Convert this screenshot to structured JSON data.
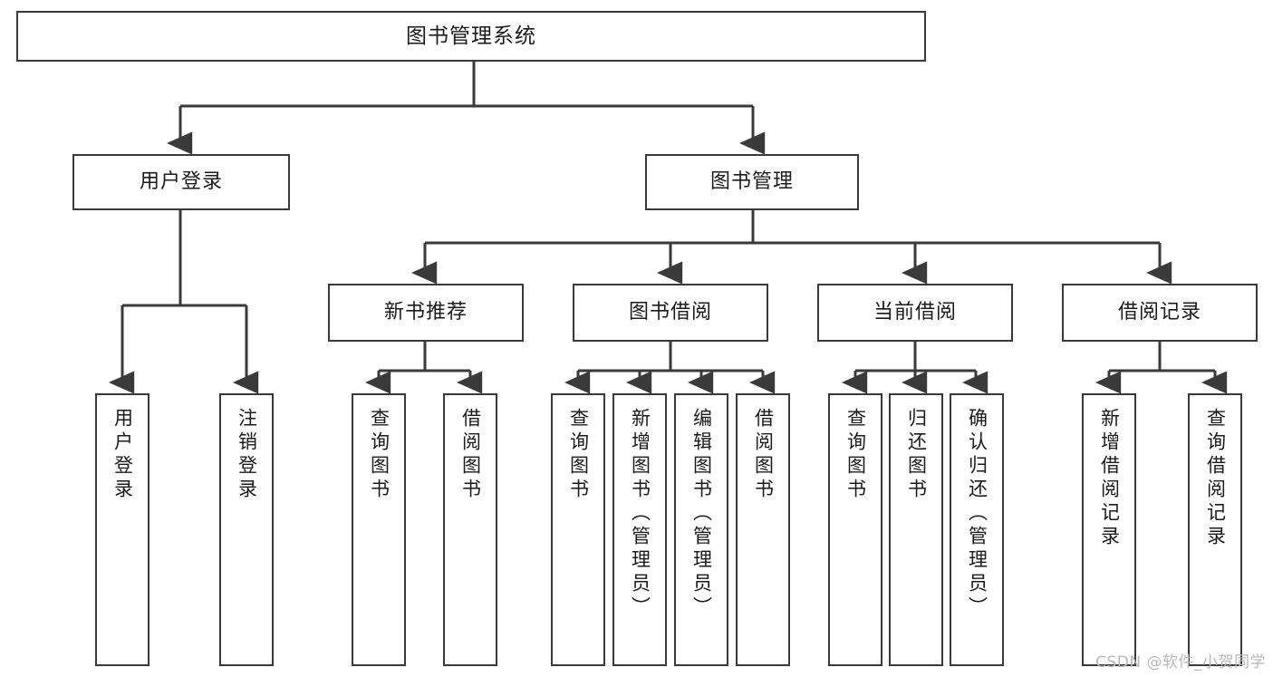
{
  "diagram": {
    "title": "图书管理系统",
    "type": "tree",
    "orientation": "top-down",
    "colors": {
      "box_border": "#3a3a3a",
      "box_fill": "#ffffff",
      "edge": "#3a3a3a",
      "text": "#1b1b1b",
      "watermark": "#b9b9b9"
    },
    "nodes": {
      "root": {
        "label": "图书管理系统",
        "level": 0
      },
      "level1": [
        {
          "id": "user-login",
          "label": "用户登录"
        },
        {
          "id": "book-manage",
          "label": "图书管理"
        }
      ],
      "level2": [
        {
          "id": "new-book-recommend",
          "label": "新书推荐",
          "parent": "book-manage"
        },
        {
          "id": "book-borrow",
          "label": "图书借阅",
          "parent": "book-manage"
        },
        {
          "id": "current-borrow",
          "label": "当前借阅",
          "parent": "book-manage"
        },
        {
          "id": "borrow-record",
          "label": "借阅记录",
          "parent": "book-manage"
        }
      ],
      "leaves": [
        {
          "id": "leaf-user-login",
          "label": "用户登录",
          "parent": "user-login"
        },
        {
          "id": "leaf-logout",
          "label": "注销登录",
          "parent": "user-login"
        },
        {
          "id": "leaf-query-book-1",
          "label": "查询图书",
          "parent": "new-book-recommend"
        },
        {
          "id": "leaf-borrow-book-1",
          "label": "借阅图书",
          "parent": "new-book-recommend"
        },
        {
          "id": "leaf-query-book-2",
          "label": "查询图书",
          "parent": "book-borrow"
        },
        {
          "id": "leaf-add-book",
          "label": "新增图书（管理员）",
          "parent": "book-borrow"
        },
        {
          "id": "leaf-edit-book",
          "label": "编辑图书（管理员）",
          "parent": "book-borrow"
        },
        {
          "id": "leaf-borrow-book-2",
          "label": "借阅图书",
          "parent": "book-borrow"
        },
        {
          "id": "leaf-query-book-3",
          "label": "查询图书",
          "parent": "current-borrow"
        },
        {
          "id": "leaf-return-book",
          "label": "归还图书",
          "parent": "current-borrow"
        },
        {
          "id": "leaf-confirm-return",
          "label": "确认归还（管理员）",
          "parent": "current-borrow"
        },
        {
          "id": "leaf-add-record",
          "label": "新增借阅记录",
          "parent": "borrow-record"
        },
        {
          "id": "leaf-query-record",
          "label": "查询借阅记录",
          "parent": "borrow-record"
        }
      ]
    }
  },
  "watermark": {
    "text": "CSDN @软件_小贺同学"
  }
}
